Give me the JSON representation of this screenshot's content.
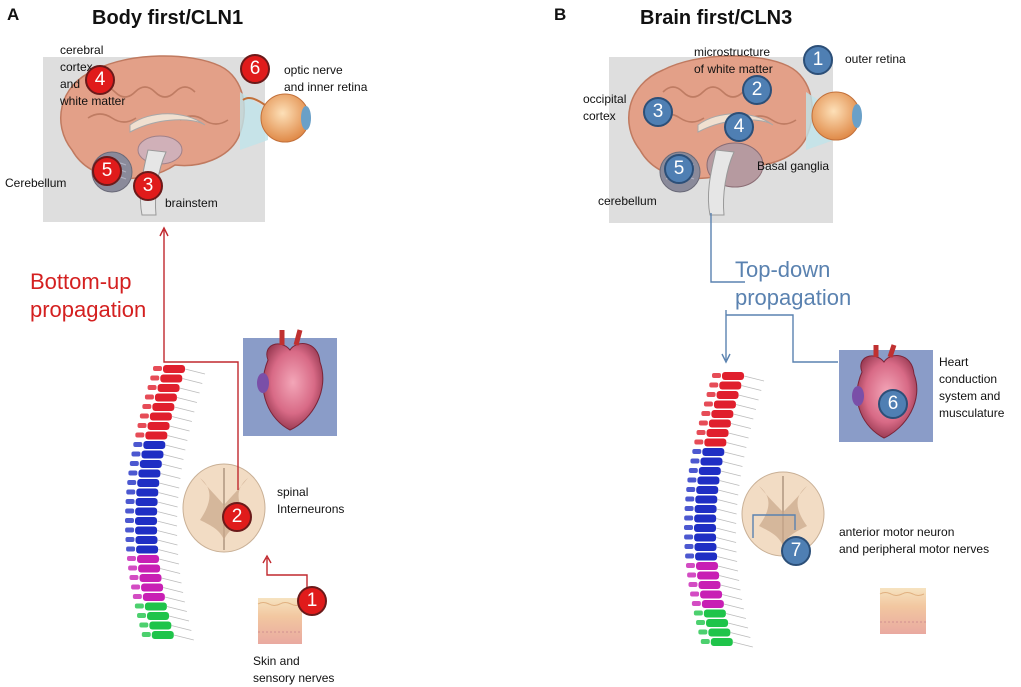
{
  "panel_a": {
    "letter": "A",
    "title": "Body first/CLN1",
    "labels": {
      "cortex": "cerebral\ncortex\nand\nwhite matter",
      "optic": "optic nerve\nand inner retina",
      "cerebellum": "Cerebellum",
      "brainstem": "brainstem",
      "spinal": "spinal\nInterneurons",
      "skin": "Skin and\nsensory nerves"
    },
    "propagation": "Bottom-up\npropagation",
    "propagation_color": "#d42020",
    "badges": [
      "1",
      "2",
      "3",
      "4",
      "5",
      "6"
    ],
    "badge_color": "#e01b1b"
  },
  "panel_b": {
    "letter": "B",
    "title": "Brain first/CLN3",
    "labels": {
      "outer_retina": "outer retina",
      "white_matter": "microstructure\nof white matter",
      "occipital": "occipital\ncortex",
      "basal": "Basal ganglia",
      "cerebellum": "cerebellum",
      "heart": "Heart\nconduction\nsystem and\nmusculature",
      "motor": "anterior motor neuron\nand peripheral motor nerves"
    },
    "propagation": "Top-down\npropagation",
    "propagation_color": "#5a82b0",
    "badges": [
      "1",
      "2",
      "3",
      "4",
      "5",
      "6",
      "7"
    ],
    "badge_color": "#4f7fb3"
  }
}
